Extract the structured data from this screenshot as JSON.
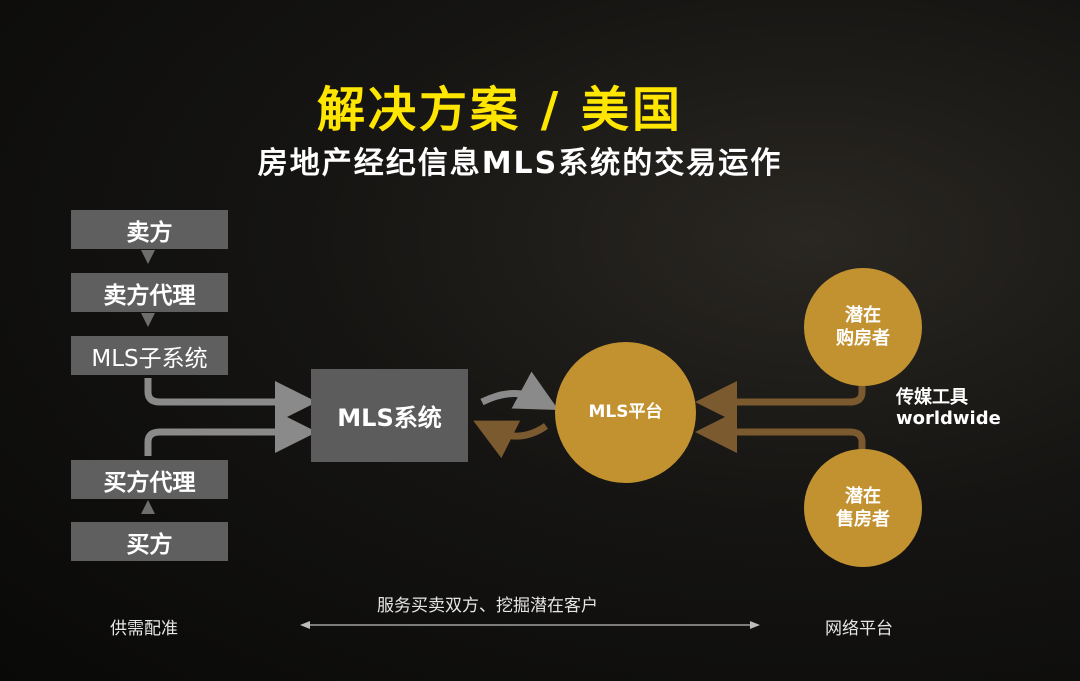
{
  "title": "解决方案 / 美国",
  "subtitle": "房地产经纪信息MLS系统的交易运作",
  "left_chain": {
    "seller": "卖方",
    "seller_agent": "卖方代理",
    "mls_subsystem": "MLS子系统",
    "buyer_agent": "买方代理",
    "buyer": "买方"
  },
  "center": {
    "mls_system": "MLS系统",
    "mls_platform": "MLS平台"
  },
  "right": {
    "potential_buyer_line1": "潜在",
    "potential_buyer_line2": "购房者",
    "media_line1": "传媒工具",
    "media_line2": "worldwide",
    "potential_seller_line1": "潜在",
    "potential_seller_line2": "售房者"
  },
  "bottom": {
    "left_label": "供需配准",
    "center_label": "服务买卖双方、挖掘潜在客户",
    "right_label": "网络平台"
  },
  "colors": {
    "title": "#ffe600",
    "box": "#5f5f5f",
    "circle": "#c29230",
    "gray_arrow": "#8a8a8a",
    "brown_arrow": "#7a5a2e"
  }
}
